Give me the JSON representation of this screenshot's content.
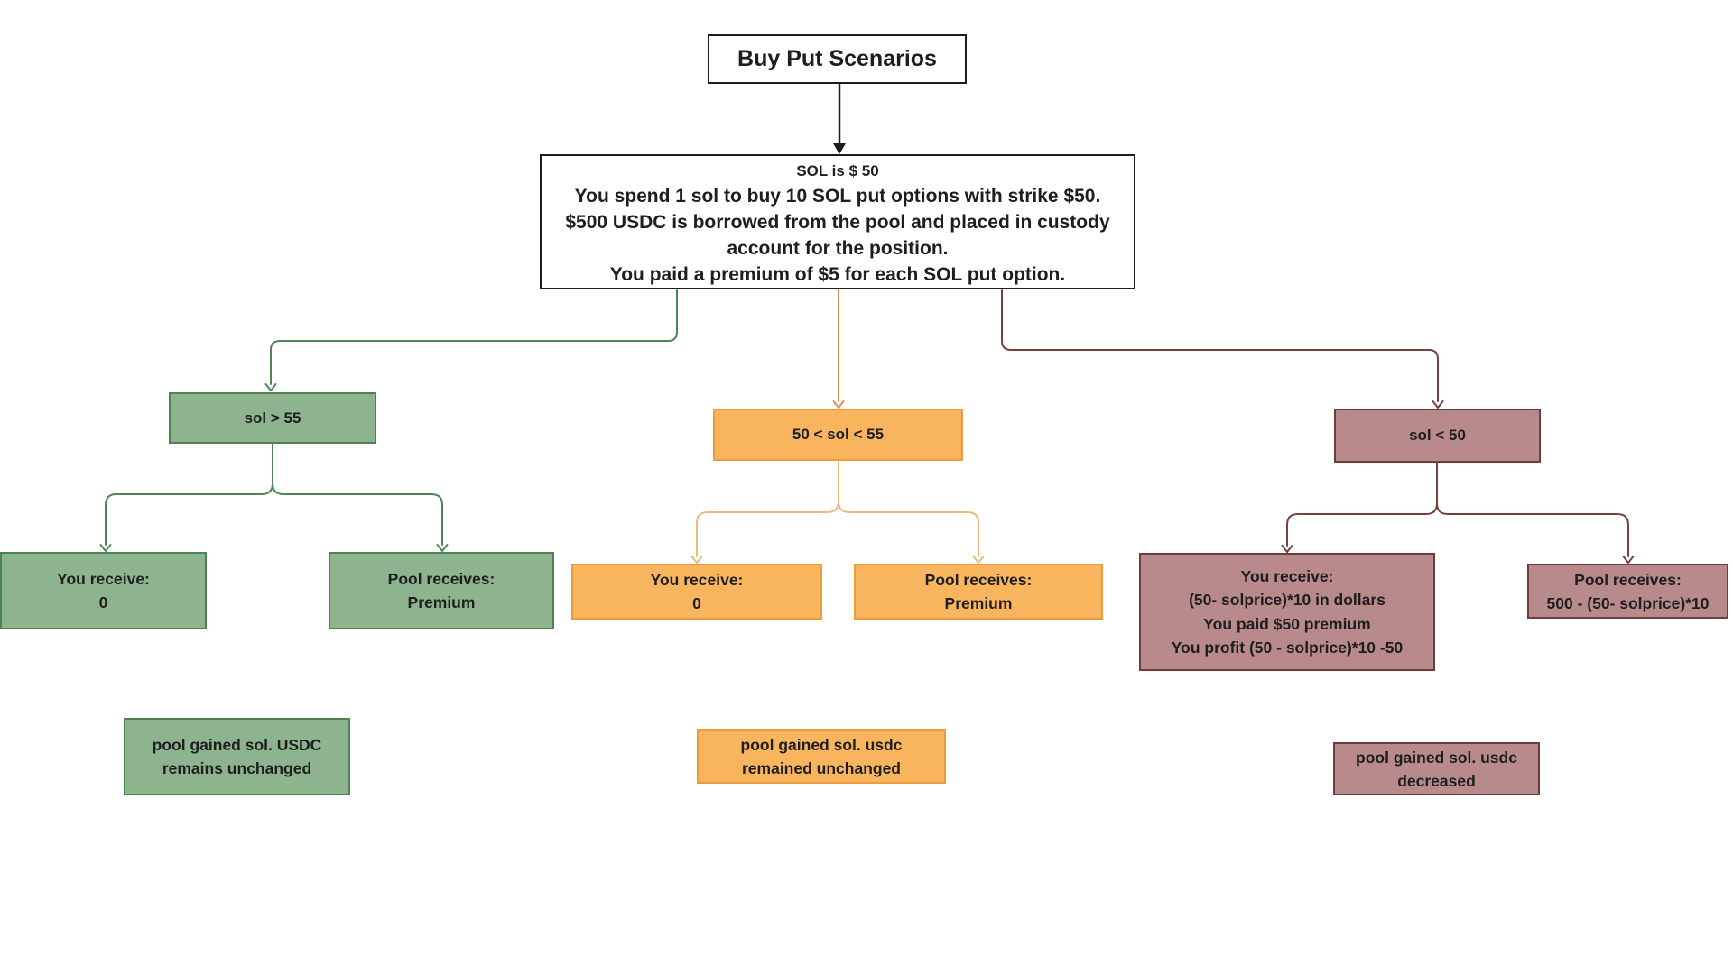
{
  "palette": {
    "black_line": "#1c1c1c",
    "green_fill": "#8db48f",
    "green_border": "#4c8454",
    "green_line": "#4e8556",
    "orange_fill": "#f8b55e",
    "orange_border": "#ec9b41",
    "orange_drop_line": "#de8a57",
    "orange_split_line": "#e5bd7d",
    "maroon_fill": "#b88a8b",
    "maroon_border": "#6e3c3e",
    "maroon_line": "#75413f"
  },
  "nodes": {
    "title": {
      "label": "Buy Put Scenarios"
    },
    "main": {
      "lines": [
        "SOL is $ 50",
        "You spend 1 sol to buy 10 SOL put options with strike $50.",
        "$500 USDC is borrowed from the pool and placed in custody",
        "account for the position.",
        "You paid a premium of $5 for each SOL put option."
      ]
    },
    "green_branch": {
      "label": "sol > 55"
    },
    "orange_branch": {
      "label": "50 < sol < 55"
    },
    "maroon_branch": {
      "label": "sol < 50"
    },
    "green_leaf_you": {
      "lines": [
        "You receive:",
        "0"
      ]
    },
    "green_leaf_pool": {
      "lines": [
        "Pool receives:",
        "Premium"
      ]
    },
    "orange_leaf_you": {
      "lines": [
        "You receive:",
        "0"
      ]
    },
    "orange_leaf_pool": {
      "lines": [
        "Pool receives:",
        "Premium"
      ]
    },
    "maroon_leaf_you": {
      "lines": [
        "You receive:",
        "(50- solprice)*10 in dollars",
        "You paid $50 premium",
        "You profit (50 - solprice)*10 -50"
      ]
    },
    "maroon_leaf_pool": {
      "lines": [
        "Pool receives:",
        "500 - (50- solprice)*10"
      ]
    },
    "green_note": {
      "lines": [
        "pool gained sol. USDC",
        "remains unchanged"
      ]
    },
    "orange_note": {
      "lines": [
        "pool gained sol. usdc",
        "remained unchanged"
      ]
    },
    "maroon_note": {
      "lines": [
        "pool gained sol. usdc",
        "decreased"
      ]
    }
  }
}
